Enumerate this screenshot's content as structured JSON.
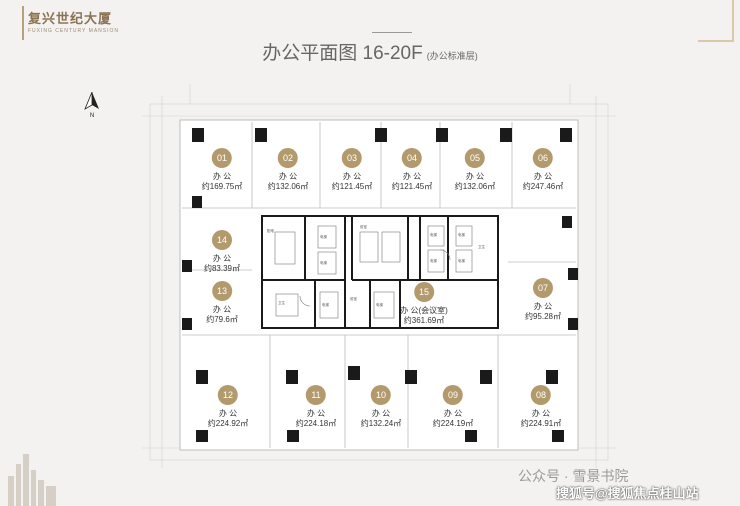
{
  "brand": {
    "name_cn": "复兴世纪大厦",
    "name_en": "FUXING CENTURY MANSION"
  },
  "title": {
    "main": "办公平面图 16-20F",
    "sub": "(办公标准层)"
  },
  "offices": [
    {
      "num": "01",
      "name": "办 公",
      "area": "约169.75㎡"
    },
    {
      "num": "02",
      "name": "办 公",
      "area": "约132.06㎡"
    },
    {
      "num": "03",
      "name": "办 公",
      "area": "约121.45㎡"
    },
    {
      "num": "04",
      "name": "办 公",
      "area": "约121.45㎡"
    },
    {
      "num": "05",
      "name": "办 公",
      "area": "约132.06㎡"
    },
    {
      "num": "06",
      "name": "办 公",
      "area": "约247.46㎡"
    },
    {
      "num": "07",
      "name": "办 公",
      "area": "约95.28㎡"
    },
    {
      "num": "08",
      "name": "办 公",
      "area": "约224.91㎡"
    },
    {
      "num": "09",
      "name": "办 公",
      "area": "约224.19㎡"
    },
    {
      "num": "10",
      "name": "办 公",
      "area": "约132.24㎡"
    },
    {
      "num": "11",
      "name": "办 公",
      "area": "约224.18㎡"
    },
    {
      "num": "12",
      "name": "办 公",
      "area": "约224.92㎡"
    },
    {
      "num": "13",
      "name": "办 公",
      "area": "约79.6㎡"
    },
    {
      "num": "14",
      "name": "办 公",
      "area": "约83.39㎡"
    },
    {
      "num": "15",
      "name": "办 公(会议室)",
      "area": "约361.69㎡"
    }
  ],
  "watermark": {
    "line1": "公众号 · 雪景书院",
    "line2": "搜狐号@搜狐焦点桂山站"
  },
  "colors": {
    "badge": "#b29a6c",
    "wall": "#222222",
    "line": "#bdbdbd"
  }
}
